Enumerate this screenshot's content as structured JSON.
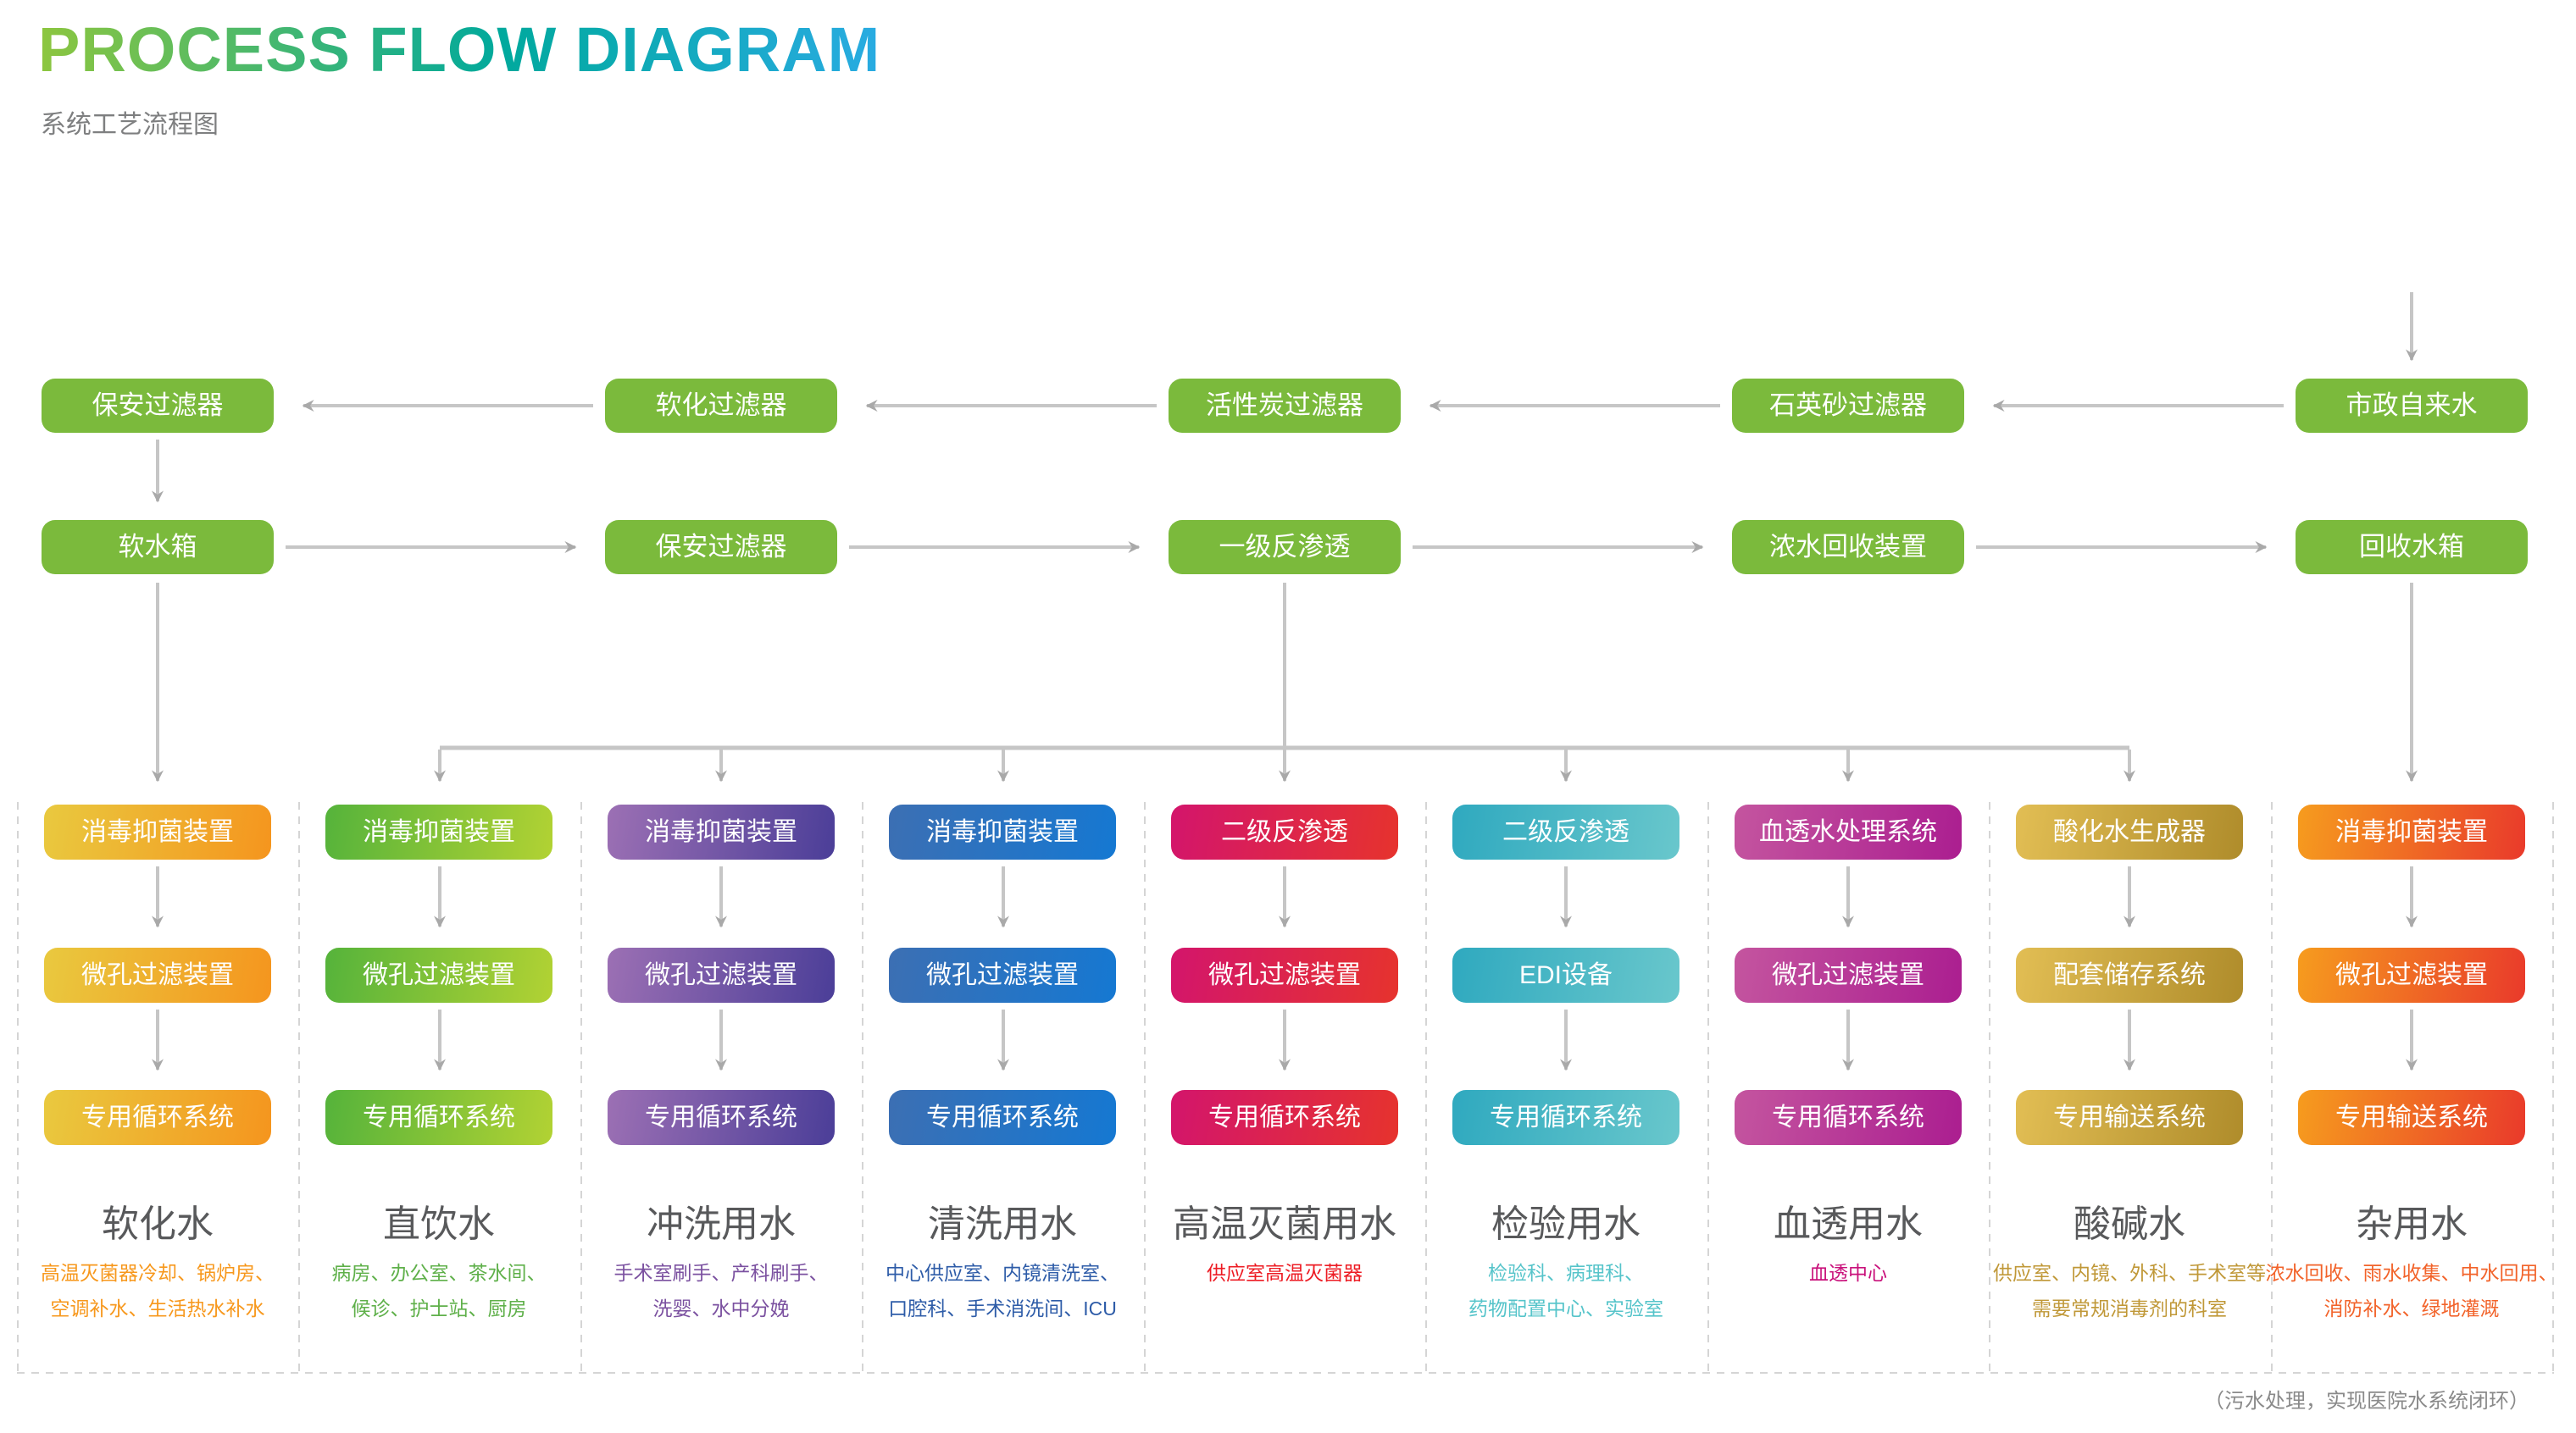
{
  "header": {
    "title": "PROCESS FLOW DIAGRAM",
    "subtitle": "系统工艺流程图"
  },
  "pretreatment_row": {
    "boxes": [
      "保安过滤器",
      "软化过滤器",
      "活性炭过滤器",
      "石英砂过滤器",
      "市政自来水"
    ]
  },
  "ro_row": {
    "boxes": [
      "软水箱",
      "保安过滤器",
      "一级反渗透",
      "浓水回收装置",
      "回收水箱"
    ]
  },
  "columns": [
    {
      "boxes": [
        "消毒抑菌装置",
        "微孔过滤装置",
        "专用循环系统"
      ],
      "title": "软化水",
      "desc": [
        "高温灭菌器冷却、锅炉房、",
        "空调补水、生活热水补水"
      ],
      "gradient": [
        "#E9C93F",
        "#F5951E"
      ],
      "desc_color": "#F7981D"
    },
    {
      "boxes": [
        "消毒抑菌装置",
        "微孔过滤装置",
        "专用循环系统"
      ],
      "title": "直饮水",
      "desc": [
        "病房、办公室、茶水间、",
        "候诊、护士站、厨房"
      ],
      "gradient": [
        "#55B33B",
        "#B2D233"
      ],
      "desc_color": "#5FB04A"
    },
    {
      "boxes": [
        "消毒抑菌装置",
        "微孔过滤装置",
        "专用循环系统"
      ],
      "title": "冲洗用水",
      "desc": [
        "手术室刷手、产科刷手、",
        "洗婴、水中分娩"
      ],
      "gradient": [
        "#9C70B4",
        "#4B3E98"
      ],
      "desc_color": "#7B51A0"
    },
    {
      "boxes": [
        "消毒抑菌装置",
        "微孔过滤装置",
        "专用循环系统"
      ],
      "title": "清洗用水",
      "desc": [
        "中心供应室、内镜清洗室、",
        "口腔科、手术消洗间、ICU"
      ],
      "gradient": [
        "#3C6FB3",
        "#1578D2"
      ],
      "desc_color": "#2E5CA8"
    },
    {
      "boxes": [
        "二级反渗透",
        "微孔过滤装置",
        "专用循环系统"
      ],
      "title": "高温灭菌用水",
      "desc": [
        "供应室高温灭菌器"
      ],
      "gradient": [
        "#D3156C",
        "#E6332D"
      ],
      "desc_color": "#ED1C24"
    },
    {
      "boxes": [
        "二级反渗透",
        "EDI设备",
        "专用循环系统"
      ],
      "title": "检验用水",
      "desc": [
        "检验科、病理科、",
        "药物配置中心、实验室"
      ],
      "gradient": [
        "#2FA9BF",
        "#69C7CC"
      ],
      "desc_color": "#56C4CA"
    },
    {
      "boxes": [
        "血透水处理系统",
        "微孔过滤装置",
        "专用循环系统"
      ],
      "title": "血透用水",
      "desc": [
        "血透中心"
      ],
      "gradient": [
        "#C4559F",
        "#AB1E90"
      ],
      "desc_color": "#C9117B"
    },
    {
      "boxes": [
        "酸化水生成器",
        "配套储存系统",
        "专用输送系统"
      ],
      "title": "酸碱水",
      "desc": [
        "供应室、内镜、外科、手术室等",
        "需要常规消毒剂的科室"
      ],
      "gradient": [
        "#E2BE54",
        "#AF8C2B"
      ],
      "desc_color": "#C09838"
    },
    {
      "boxes": [
        "消毒抑菌装置",
        "微孔过滤装置",
        "专用输送系统"
      ],
      "title": "杂用水",
      "desc": [
        "浓水回收、雨水收集、中水回用、",
        "消防补水、绿地灌溉"
      ],
      "gradient": [
        "#F69C1E",
        "#E93A2B"
      ],
      "desc_color": "#F2632A"
    }
  ],
  "footnote": "（污水处理，实现医院水系统闭环）",
  "colors": {
    "title_gradient": [
      "#8DC63F",
      "#00A99D",
      "#29ABE2"
    ],
    "green_box": "#7BBA3C",
    "connector": "#C6C6C6",
    "arrowhead": "#A9A9A9",
    "dashed_border": "#D5D5D5",
    "column_title": "#58595B",
    "subtitle": "#7E7F80",
    "footnote": "#8A8A8A"
  }
}
